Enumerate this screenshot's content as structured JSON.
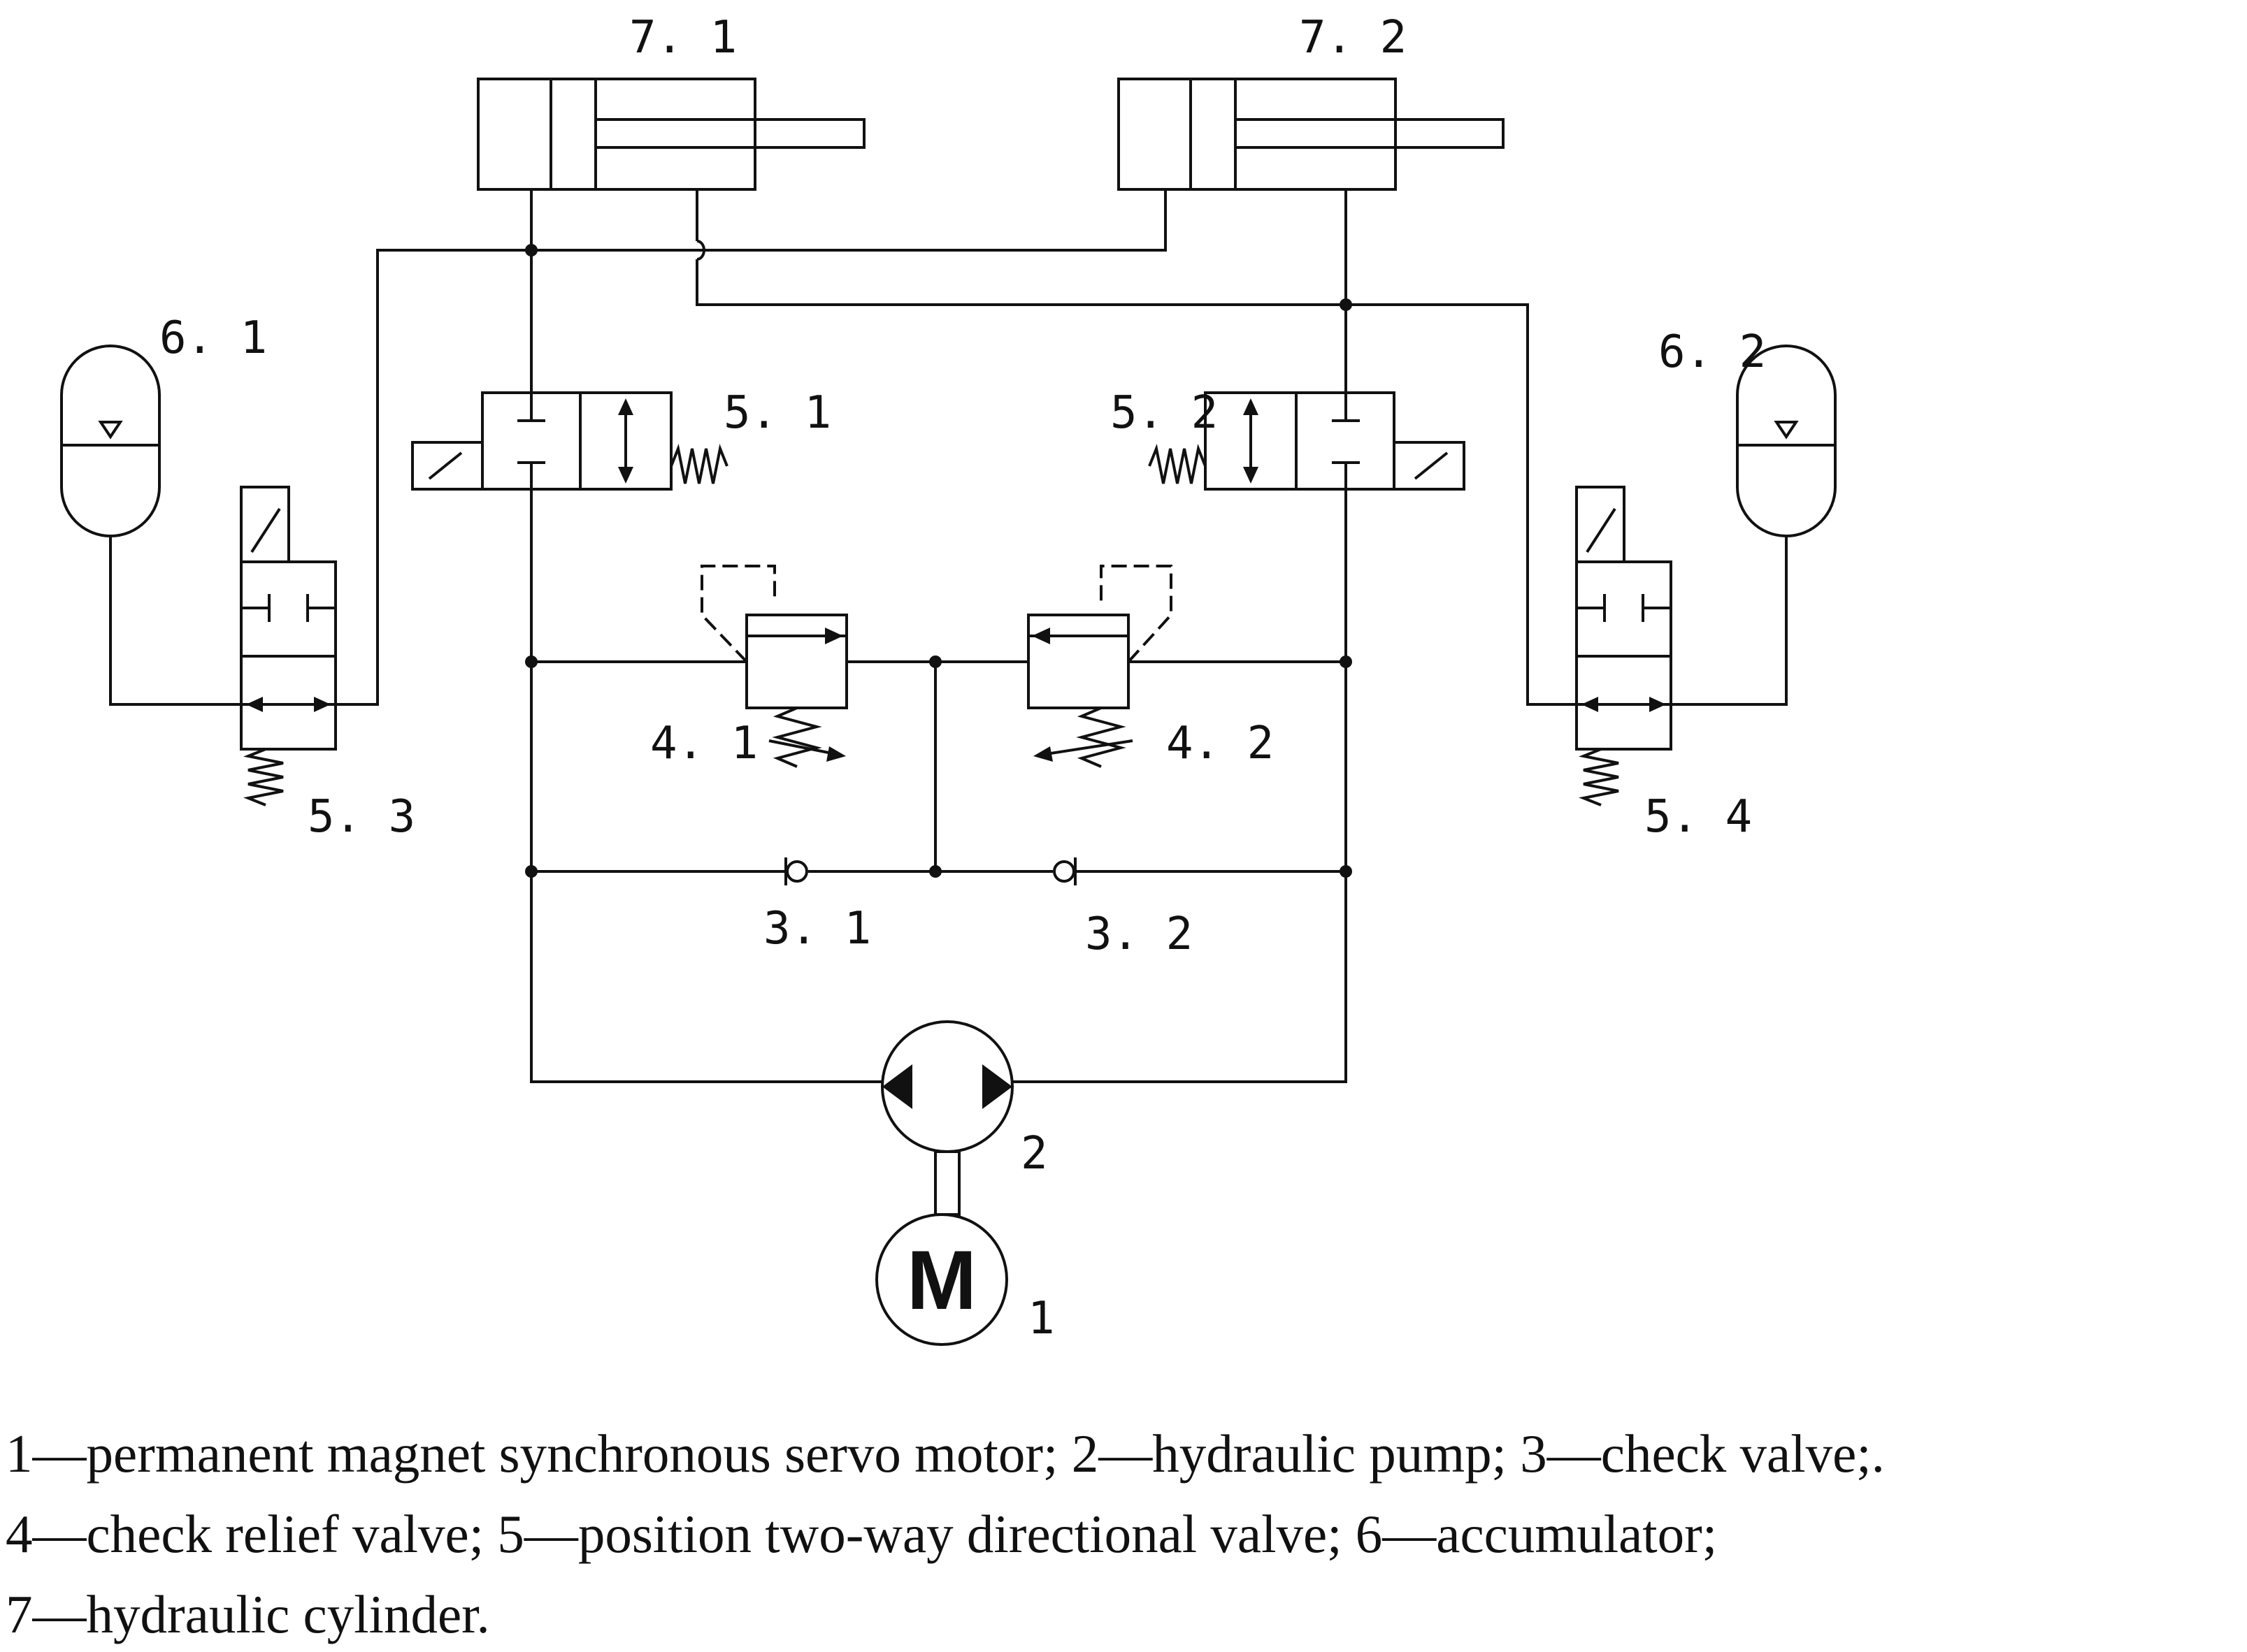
{
  "labels": {
    "cyl1": "7. 1",
    "cyl2": "7. 2",
    "acc1": "6. 1",
    "acc2": "6. 2",
    "dv1": "5. 1",
    "dv2": "5. 2",
    "dv3": "5. 3",
    "dv4": "5. 4",
    "rv1": "4. 1",
    "rv2": "4. 2",
    "cv1": "3. 1",
    "cv2": "3. 2",
    "pump": "2",
    "motor": "1",
    "motor_symbol": "M"
  },
  "caption": {
    "line1": "1—permanent magnet synchronous servo motor; 2—hydraulic pump; 3—check valve;.",
    "line2": "4—check relief valve; 5—position two-way directional valve; 6—accumulator;",
    "line3": "7—hydraulic cylinder."
  }
}
